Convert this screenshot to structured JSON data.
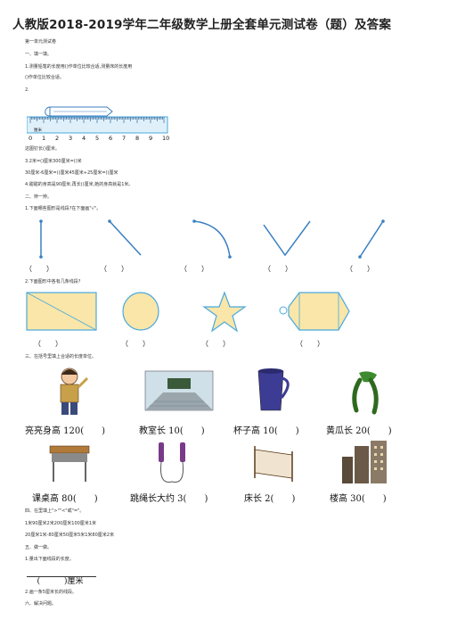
{
  "title": "人教版2018-2019学年二年级数学上册全套单元测试卷（题）及答案",
  "unit1": {
    "heading": "第一单元测试卷",
    "sec1": "一、填一填。",
    "q1a": "1.测量铅笔的长度用()作单位比较合适,测量床的长度用",
    "q1b": "()作单位比较合适。",
    "q2": "2.",
    "ruler_numbers": [
      "0",
      "1",
      "2",
      "3",
      "4",
      "5",
      "6",
      "7",
      "8",
      "9",
      "10"
    ],
    "ruler_unit": "厘米",
    "q2a": "这图钉长()厘米。",
    "q3": "3.2米=()厘米300厘米=()米",
    "q3b": "30厘米-6厘米=()厘米45厘米+25厘米=()厘米",
    "q4": "4.甜甜的身高是90厘米,再长()厘米,她的身高就是1米。",
    "sec2": "二、辨一辨。",
    "q5": "1.下面哪些图形是线段?在下面画\"√\"。",
    "parens1": [
      "（　　）",
      "（　　）",
      "（　　）",
      "（　　）",
      "（　　）"
    ],
    "q6": "2.下面图形中各有几条线段?",
    "parens2": [
      "（　　）",
      "（　　）",
      "（　　）",
      "（　　）"
    ],
    "sec3": "三、在括号里填上合适的长度单位。",
    "captions_row1": [
      "亮亮身高 120(　　)",
      "教室长 10(　　)",
      "杯子高 10(　　)",
      "黄瓜长 20(　　)"
    ],
    "captions_row2": [
      "课桌高 80(　　)",
      "跳绳长大约 3(　　)",
      "床长 2(　　)",
      "楼高 30(　　)"
    ],
    "sec4": "四、在里填上\">\"\"<\"或\"=\"。",
    "q7": "1米90厘米2米200厘米100厘米1米",
    "q8": "20厘米1米-80厘米50厘米5米1米80厘米2米",
    "sec5": "五、做一做。",
    "q9": "1.量出下面线段的长度。",
    "q9_answer": "(　　　)厘米",
    "q10": "2.画一条5厘米长的线段。",
    "sec6": "六、解决问题。"
  },
  "colors": {
    "blue": "#3a7fc1",
    "cyan": "#49a9df",
    "fill": "#f9e6a8"
  }
}
